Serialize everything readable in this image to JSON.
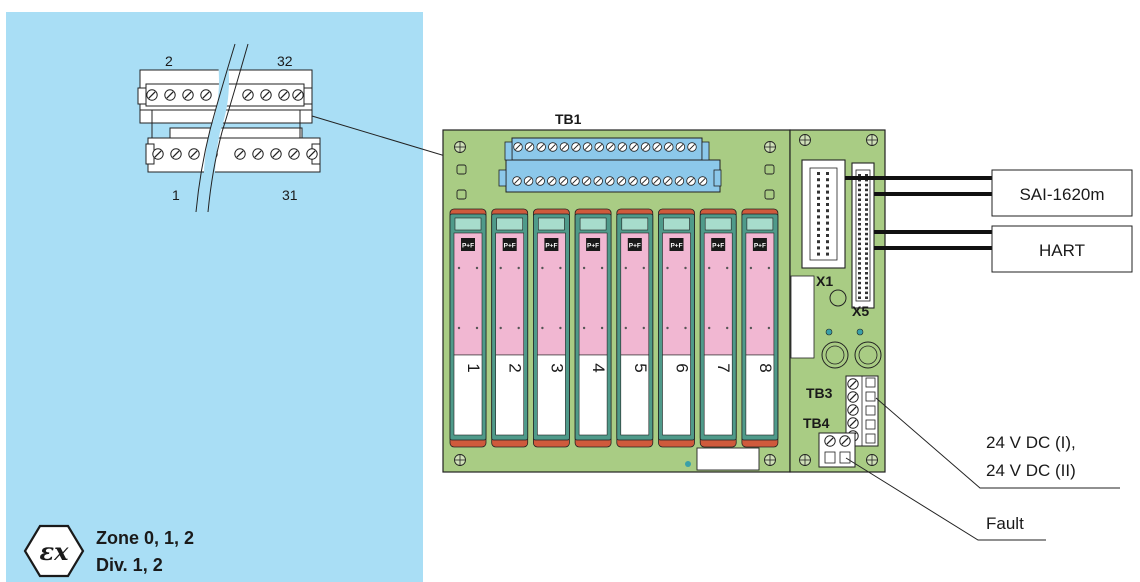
{
  "hazardous_area": {
    "ex_symbol": "ex-icon",
    "zone_text": "Zone 0, 1, 2",
    "div_text": "Div. 1, 2",
    "color": "#a9def5"
  },
  "terminal_detail": {
    "top_left": "2",
    "top_right": "32",
    "bottom_left": "1",
    "bottom_right": "31"
  },
  "board": {
    "tb1_label": "TB1",
    "x1_label": "X1",
    "x5_label": "X5",
    "tb3_label": "TB3",
    "tb4_label": "TB4",
    "slots": [
      "1",
      "2",
      "3",
      "4",
      "5",
      "6",
      "7",
      "8"
    ],
    "module_logo": "P+F",
    "board_color": "#a9cc84",
    "module_color": "#f1b7d2"
  },
  "connections": {
    "sai": "SAI-1620m",
    "hart": "HART",
    "power_line1": "24 V DC (I),",
    "power_line2": "24 V DC (II)",
    "fault": "Fault"
  }
}
